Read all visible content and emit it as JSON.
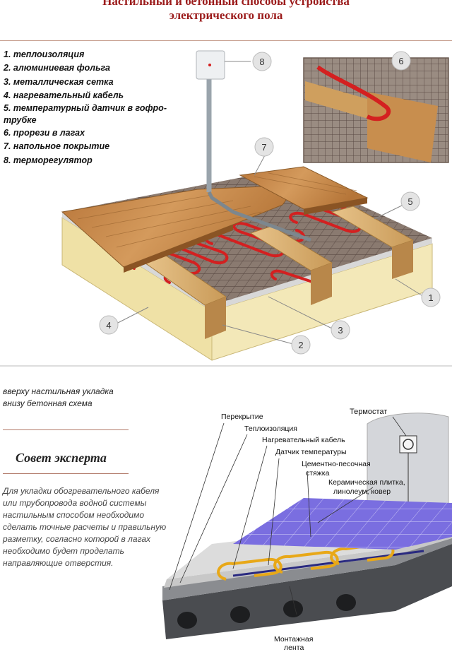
{
  "title": {
    "line1": "Настильный и бетонный способы устройства",
    "line2": "электрического пола"
  },
  "legend": [
    "1. теплоизоляция",
    "2. алюминиевая фольга",
    "3. металлическая сетка",
    "4. нагревательный кабель",
    "5. температурный датчик в гофро-трубке",
    "6. прорези в лагах",
    "7. напольное покрытие",
    "8. терморегулятор"
  ],
  "top_diagram": {
    "callouts": [
      "1",
      "2",
      "3",
      "4",
      "5",
      "6",
      "7",
      "8"
    ]
  },
  "caption": {
    "line1": "вверху настильная укладка",
    "line2": "внизу бетонная схема"
  },
  "advice": {
    "title": "Совет эксперта",
    "text": "Для укладки обогревательного кабеля или трубопровода водной системы настильным способом необходимо сделать точные расчеты и правильную разметку, согласно которой в лагах необходимо будет проделать направляющие отверстия."
  },
  "bottom_diagram": {
    "labels": {
      "thermostat": "Термостат",
      "slab": "Перекрытие",
      "insulation": "Теплоизоляция",
      "heating_cable": "Нагревательный кабель",
      "temp_sensor": "Датчик температуры",
      "screed_1": "Цементно-песочная",
      "screed_2": "стяжка",
      "tile_1": "Керамическая плитка,",
      "tile_2": "линолеум, ковер",
      "tape_1": "Монтажная",
      "tape_2": "лента"
    }
  },
  "colors": {
    "title": "#9b1b1b",
    "wood": "#c98a4a",
    "cable": "#d42020",
    "insulation": "#f2e6b0",
    "tile": "#7a6ee0",
    "cable_bottom": "#e8a818"
  }
}
